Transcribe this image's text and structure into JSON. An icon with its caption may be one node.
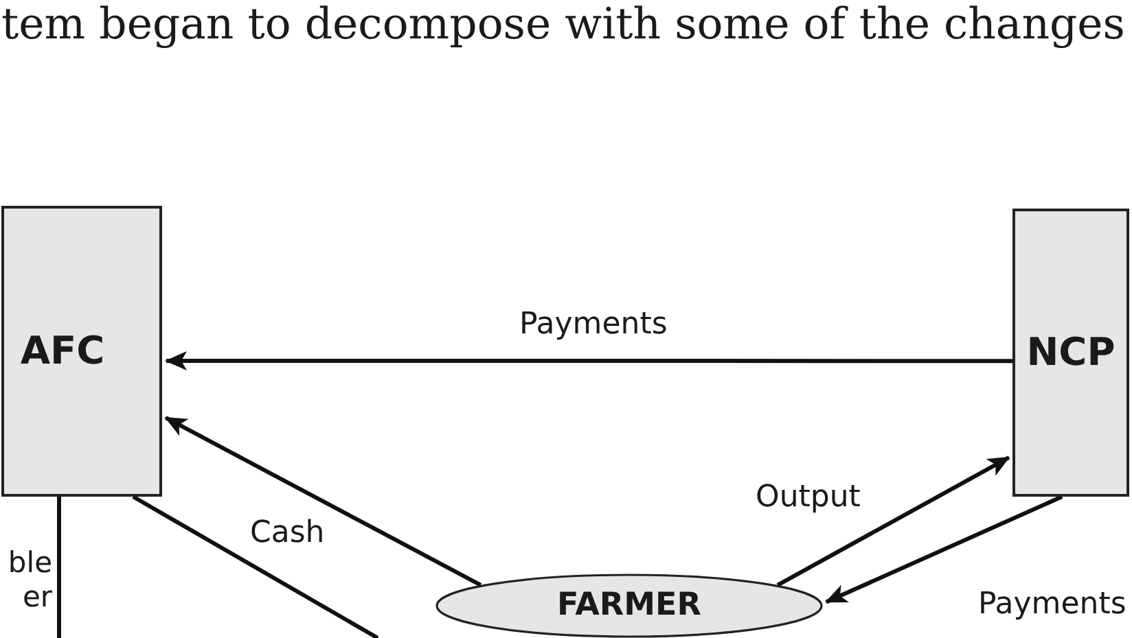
{
  "diagram": {
    "nodes": [
      {
        "text": [
          "AFC"
        ]
      },
      {
        "text": [
          "NCP"
        ]
      },
      {
        "text": [
          "FARMER"
        ]
      }
    ],
    "edges": [
      {
        "from": 1,
        "to": 0,
        "arrow": "to",
        "label": "Payments"
      },
      {
        "from": 2,
        "to": 0,
        "arrow": "to",
        "label": "Cash"
      },
      {
        "from": 2,
        "to": 1,
        "arrow": "to",
        "label": "Output"
      },
      {
        "from": 1,
        "to": 2,
        "arrow": "to",
        "label": "Payments"
      },
      {
        "from": 0,
        "to": null,
        "arrow": "none"
      },
      {
        "from": 0,
        "to": null,
        "arrow": "none"
      }
    ],
    "labels": [
      "tem began to decompose with some of the changes",
      "ble er"
    ]
  }
}
